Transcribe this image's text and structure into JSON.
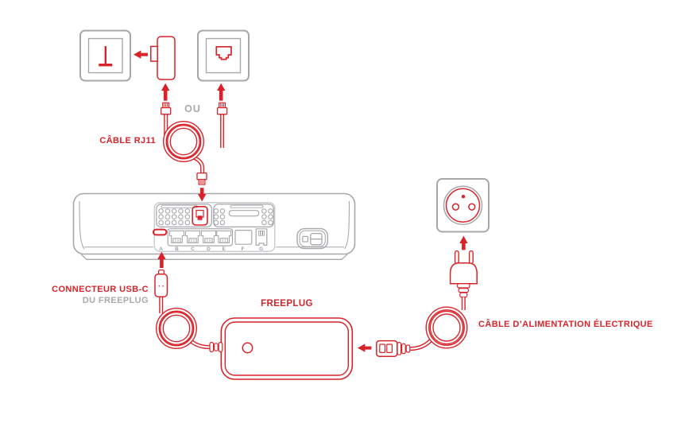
{
  "labels": {
    "or": "OU",
    "rj11_cable": "CÂBLE RJ11",
    "usbc_connector_line1": "CONNECTEUR USB-C",
    "usbc_connector_line2": "DU FREEPLUG",
    "freeplug": "FREEPLUG",
    "power_cable": "CÂBLE D’ALIMENTATION ÉLECTRIQUE"
  },
  "freebox": {
    "port_labels": [
      "A",
      "B",
      "C",
      "D",
      "E",
      "F",
      "G"
    ]
  },
  "colors": {
    "accent_red": "#D8232A",
    "outline_gray": "#A6A8AB",
    "muted_text_gray": "#A8AAAD"
  }
}
